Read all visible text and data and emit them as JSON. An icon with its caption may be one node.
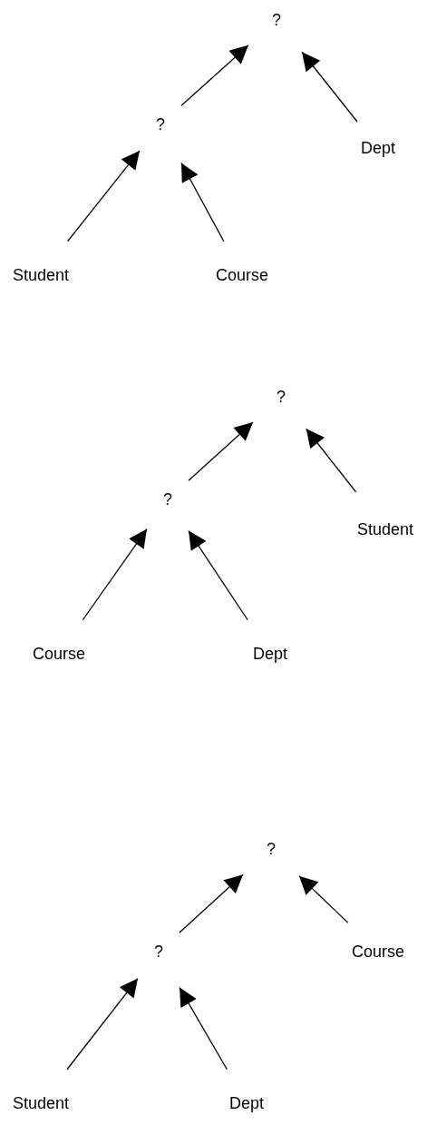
{
  "diagram": {
    "nodes": [
      {
        "text": [
          "?"
        ]
      },
      {
        "text": [
          "?"
        ]
      },
      {
        "text": [
          "Dept"
        ]
      },
      {
        "text": [
          "Student"
        ]
      },
      {
        "text": [
          "Course"
        ]
      },
      {
        "text": [
          "?"
        ]
      },
      {
        "text": [
          "?"
        ]
      },
      {
        "text": [
          "Student"
        ]
      },
      {
        "text": [
          "Course"
        ]
      },
      {
        "text": [
          "Dept"
        ]
      },
      {
        "text": [
          "?"
        ]
      },
      {
        "text": [
          "?"
        ]
      },
      {
        "text": [
          "Course"
        ]
      },
      {
        "text": [
          "Student"
        ]
      },
      {
        "text": [
          "Dept"
        ]
      }
    ],
    "edges": [
      {
        "from": 3,
        "to": 1,
        "arrow": "to"
      },
      {
        "from": 4,
        "to": 1,
        "arrow": "to"
      },
      {
        "from": 1,
        "to": 0,
        "arrow": "to"
      },
      {
        "from": 2,
        "to": 0,
        "arrow": "to"
      },
      {
        "from": 8,
        "to": 6,
        "arrow": "to"
      },
      {
        "from": 9,
        "to": 6,
        "arrow": "to"
      },
      {
        "from": 6,
        "to": 5,
        "arrow": "to"
      },
      {
        "from": 7,
        "to": 5,
        "arrow": "to"
      },
      {
        "from": 13,
        "to": 11,
        "arrow": "to"
      },
      {
        "from": 14,
        "to": 11,
        "arrow": "to"
      },
      {
        "from": 11,
        "to": 10,
        "arrow": "to"
      },
      {
        "from": 12,
        "to": 10,
        "arrow": "to"
      }
    ]
  }
}
